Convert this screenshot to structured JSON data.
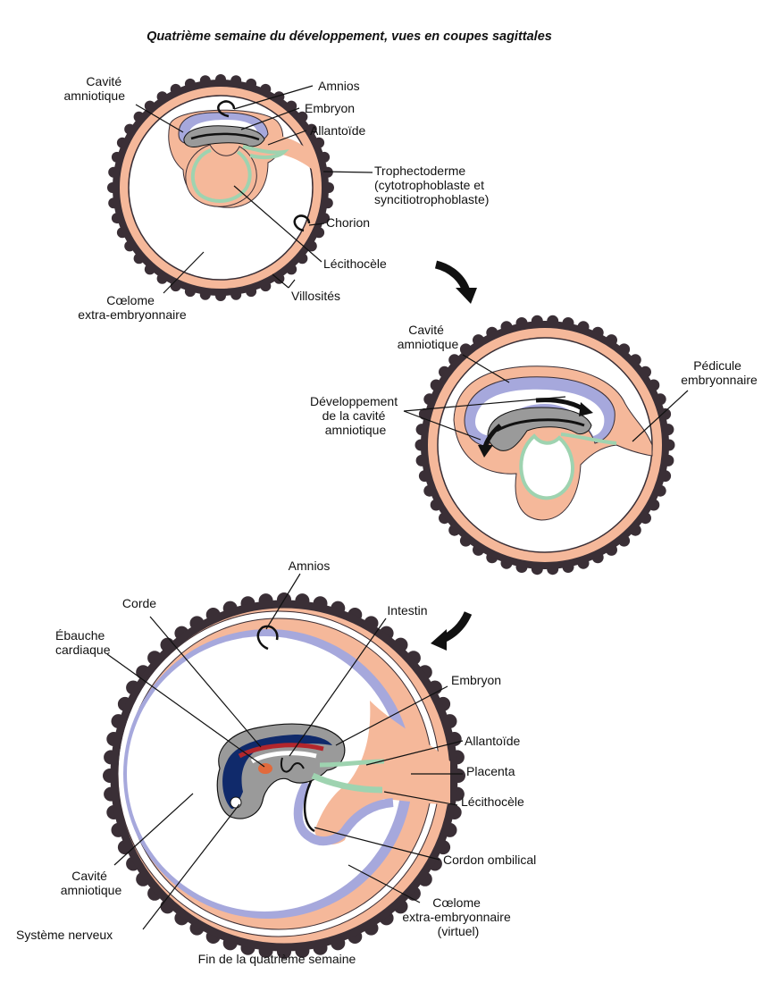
{
  "title": "Quatrième semaine du développement, vues en coupes sagittales",
  "caption": "Fin de la quatrième semaine",
  "colors": {
    "trophoblast": "#3a2f36",
    "chorion_mesoderm": "#f5b89a",
    "amnion": "#a6a8dc",
    "yolk_sac": "#9ed3b0",
    "embryo": "#9a9a9a",
    "neural": "#102a6b",
    "notochord": "#b3262c",
    "heart": "#e26a3c"
  },
  "diagram1": {
    "labels": {
      "amniotic_cavity": [
        "Cavité",
        "amniotique"
      ],
      "amnios": "Amnios",
      "embryo": "Embryon",
      "allantois": "Allantoïde",
      "trophectoderm": [
        "Trophectoderme",
        "(cytotrophoblaste et",
        "syncitiotrophoblaste)"
      ],
      "chorion": "Chorion",
      "yolk_sac": "Lécithocèle",
      "villi": "Villosités",
      "coelom": [
        "Cœlome",
        "extra-embryonnaire"
      ]
    }
  },
  "diagram2": {
    "labels": {
      "amniotic_cavity": [
        "Cavité",
        "amniotique"
      ],
      "development": [
        "Développement",
        "de la cavité",
        "amniotique"
      ],
      "stalk": [
        "Pédicule",
        "embryonnaire"
      ]
    }
  },
  "diagram3": {
    "labels": {
      "amnios": "Amnios",
      "corde": "Corde",
      "intestin": "Intestin",
      "cardiac": [
        "Ébauche",
        "cardiaque"
      ],
      "embryo": "Embryon",
      "allantois": "Allantoïde",
      "placenta": "Placenta",
      "yolk_sac": "Lécithocèle",
      "cord": "Cordon ombilical",
      "amniotic_cavity": [
        "Cavité",
        "amniotique"
      ],
      "coelom": [
        "Cœlome",
        "extra-embryonnaire",
        "(virtuel)"
      ],
      "nervous": "Système nerveux"
    }
  }
}
